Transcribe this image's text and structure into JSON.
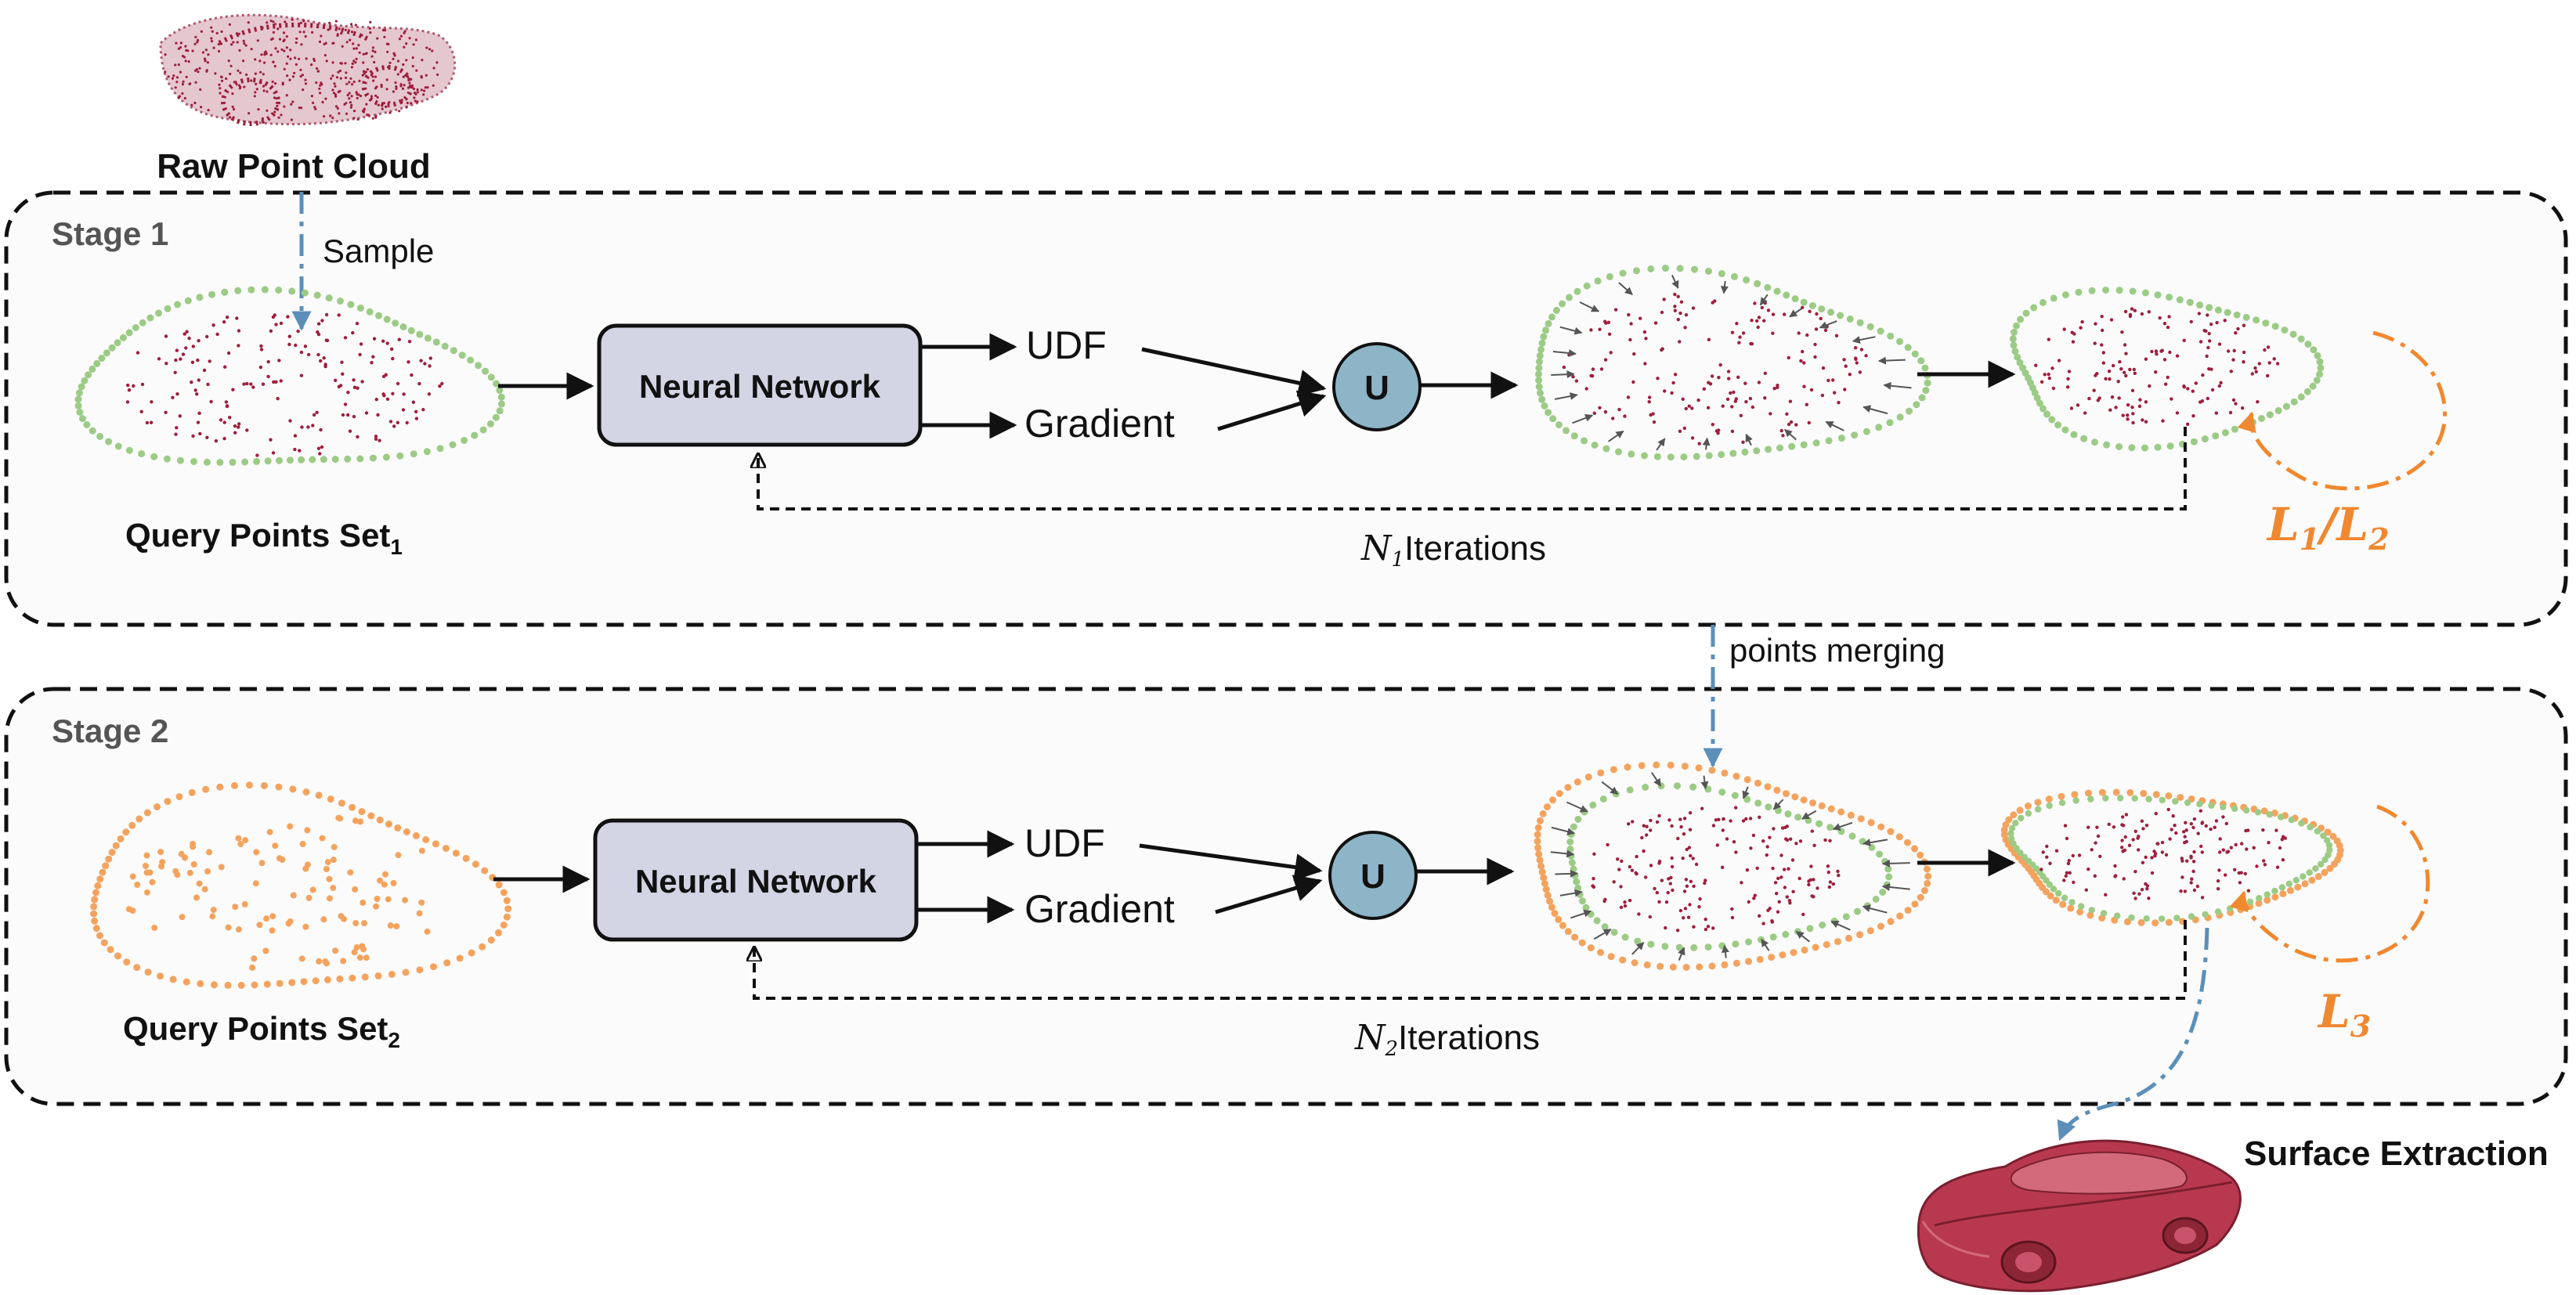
{
  "raw_point_cloud": "Raw Point Cloud",
  "sample": "Sample",
  "stage1": {
    "label": "Stage 1",
    "query_set": "Query Points Set",
    "query_sub": "1",
    "network": "Neural Network",
    "udf": "UDF",
    "gradient": "Gradient",
    "u": "U",
    "iter_symbol": "N",
    "iter_sub": "1",
    "iterations": "Iterations",
    "loss": "L",
    "loss_sub_a": "1",
    "loss_slash": "/",
    "loss_b": "L",
    "loss_sub_b": "2"
  },
  "points_merging": "points merging",
  "stage2": {
    "label": "Stage 2",
    "query_set": "Query Points Set",
    "query_sub": "2",
    "network": "Neural Network",
    "udf": "UDF",
    "gradient": "Gradient",
    "u": "U",
    "iter_symbol": "N",
    "iter_sub": "2",
    "iterations": "Iterations",
    "loss": "L",
    "loss_sub": "3"
  },
  "surface_extraction": "Surface Extraction",
  "colors": {
    "green_points": "#9ccb86",
    "orange_points": "#f4a35e",
    "red_points": "#9e1f3c",
    "loss_orange": "#f0882f",
    "sample_arrow": "#5b8fb9",
    "network_fill": "#d3d5e5",
    "u_fill": "#8db5c7",
    "car_red": "#b8394f"
  }
}
